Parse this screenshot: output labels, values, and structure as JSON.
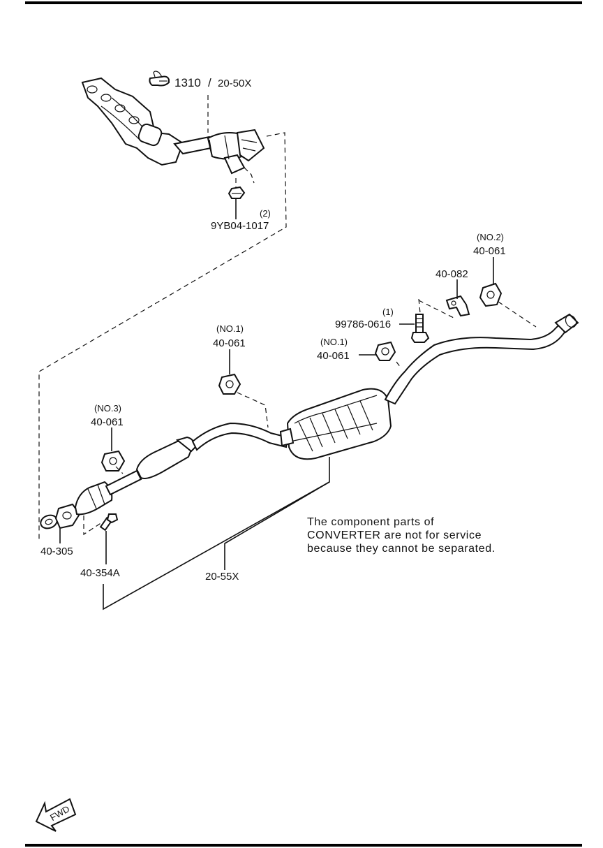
{
  "callouts": {
    "manifold_ref_num": "1310",
    "manifold_ref_part": "20-50X",
    "nut_qty": "(2)",
    "nut_part": "9YB04-1017",
    "hanger_no2_label": "(NO.2)",
    "hanger_no2_part": "40-061",
    "bracket_part": "40-082",
    "bolt_qty": "(1)",
    "bolt_part": "99786-0616",
    "hanger_no1a_label": "(NO.1)",
    "hanger_no1a_part": "40-061",
    "hanger_no1b_label": "(NO.1)",
    "hanger_no1b_part": "40-061",
    "hanger_no3_label": "(NO.3)",
    "hanger_no3_part": "40-061",
    "gasket_part": "40-305",
    "stud_part": "40-354A",
    "exhaust_assembly_part": "20-55X"
  },
  "note": {
    "line1": "The component parts of",
    "line2": "CONVERTER are not for service",
    "line3": "because they cannot be separated."
  },
  "fwd": "FWD",
  "icons": [
    "hand-pointer-icon",
    "fwd-arrow-icon"
  ]
}
